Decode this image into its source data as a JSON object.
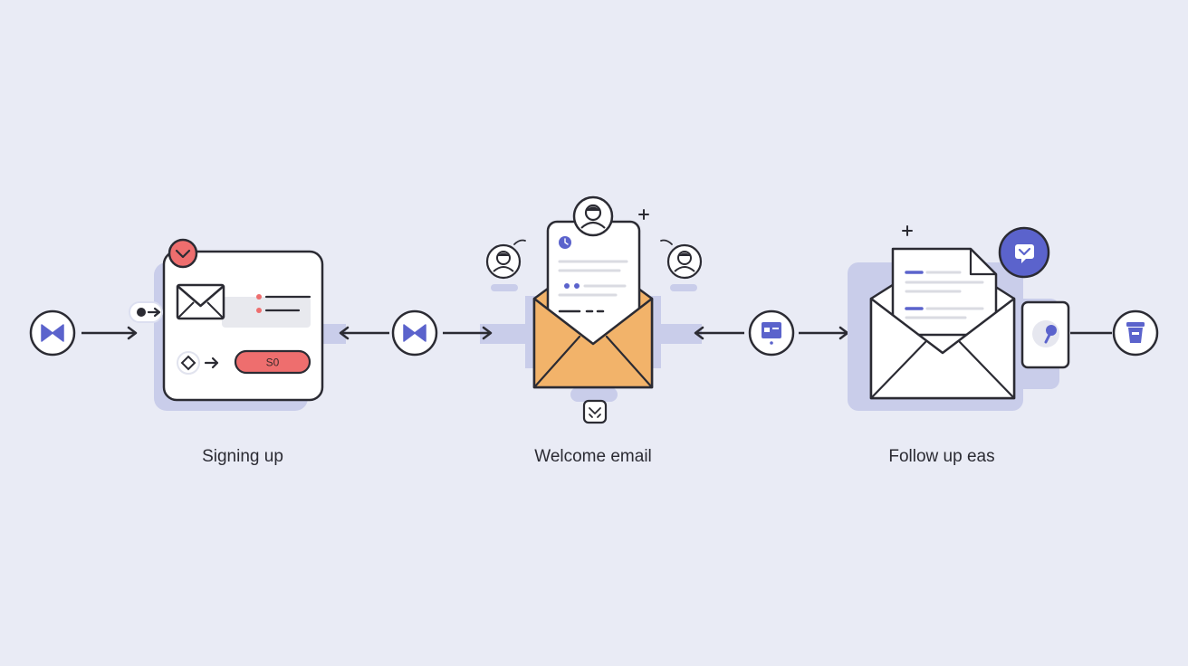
{
  "diagram": {
    "stages": [
      {
        "label": "Signing up"
      },
      {
        "label": "Welcome email"
      },
      {
        "label": "Follow up eas"
      }
    ],
    "signup_card": {
      "button_label": "S0"
    }
  },
  "colors": {
    "background": "#e9ebf5",
    "shadow": "#c9cdea",
    "stroke": "#2b2b33",
    "accent_purple": "#5b63cc",
    "accent_red": "#ee6e6e",
    "accent_orange": "#f2b36a"
  },
  "icons": [
    "bowtie-icon",
    "envelope-icon",
    "chevron-down-icon",
    "diamond-icon",
    "avatar-icon",
    "plus-icon",
    "calendar-icon",
    "chat-heart-icon",
    "cup-icon"
  ]
}
